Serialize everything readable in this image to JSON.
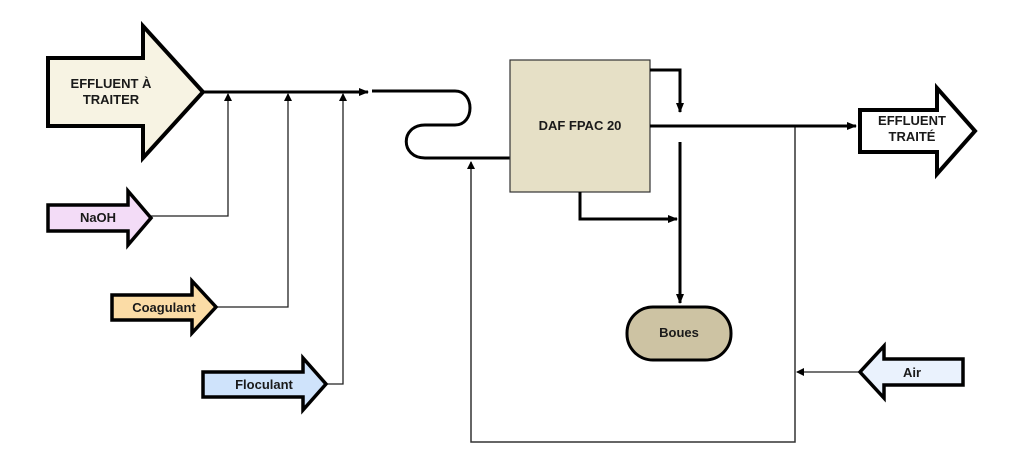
{
  "diagram": {
    "title": "DAF process flow",
    "inputs": {
      "effluent": {
        "line1": "EFFLUENT À",
        "line2": "TRAITER",
        "color": "#f7f3e3"
      },
      "naoh": {
        "label": "NaOH",
        "color": "#f3dcf7"
      },
      "coagulant": {
        "label": "Coagulant",
        "color": "#fbdca6"
      },
      "floculant": {
        "label": "Floculant",
        "color": "#cfe3fb"
      },
      "air": {
        "label": "Air",
        "color": "#eaf2fd"
      }
    },
    "unit": {
      "label": "DAF FPAC 20",
      "color": "#e6e0c6"
    },
    "sludge": {
      "label": "Boues",
      "color": "#cdc3a3"
    },
    "output": {
      "line1": "EFFLUENT",
      "line2": "TRAITÉ",
      "color": "#ffffff"
    }
  }
}
